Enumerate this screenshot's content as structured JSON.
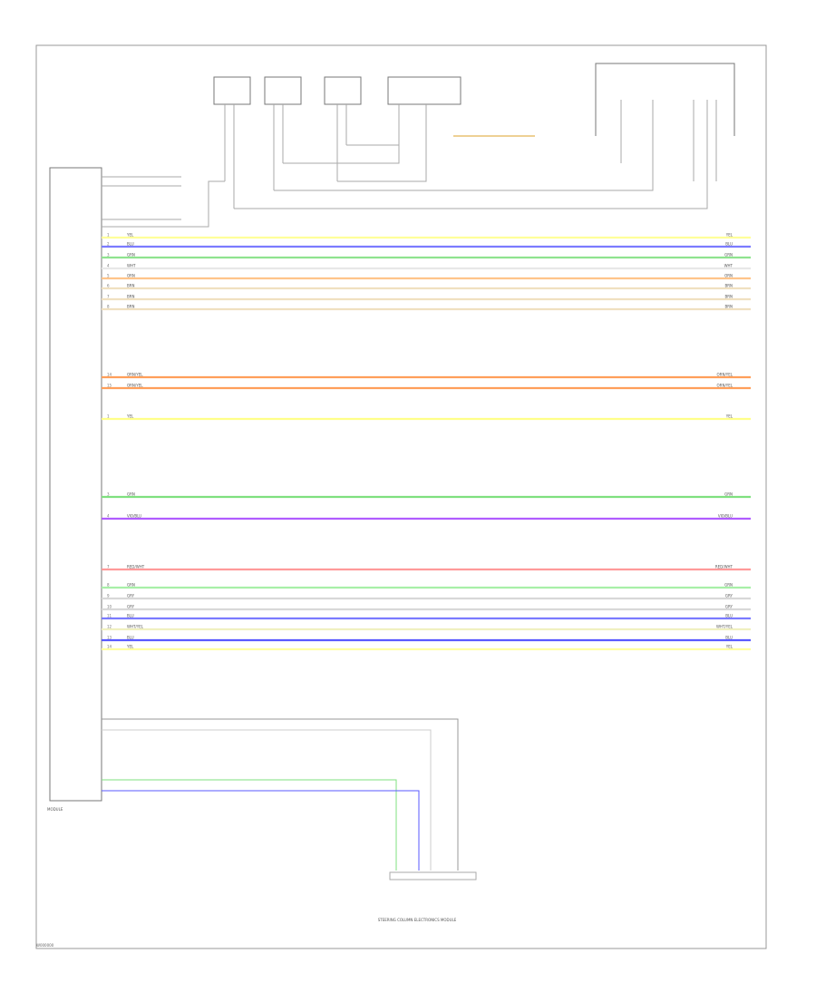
{
  "diagram": {
    "module_label": "MODULE",
    "footer_id": "W000000",
    "bottom_component": "STEERING COLUMN ELECTRONICS MODULE",
    "wire_rows": [
      {
        "color_name": "YEL",
        "color": "#ffff99",
        "pin": "1",
        "mid": "",
        "end": "YEL"
      },
      {
        "color_name": "BLU",
        "color": "#7b7bff",
        "pin": "2",
        "mid": "",
        "end": "BLU"
      },
      {
        "color_name": "GRN",
        "color": "#8fe38f",
        "pin": "3",
        "mid": "",
        "end": "GRN"
      },
      {
        "color_name": "WHT",
        "color": "#e8e8e8",
        "pin": "4",
        "mid": "",
        "end": "WHT"
      },
      {
        "color_name": "ORN",
        "color": "#ffc48a",
        "pin": "5",
        "mid": "",
        "end": "ORN"
      },
      {
        "color_name": "BRN",
        "color": "#f0e0c0",
        "pin": "6",
        "mid": "",
        "end": "BRN"
      },
      {
        "color_name": "BRN",
        "color": "#f0e0c0",
        "pin": "7",
        "mid": "",
        "end": "BRN"
      },
      {
        "color_name": "BRN",
        "color": "#f0e0c0",
        "pin": "8",
        "mid": "",
        "end": "BRN"
      }
    ],
    "long_wires": [
      {
        "color": "#ff9f5a",
        "pin": "14",
        "text": "ORN/YEL",
        "end": "ORN/YEL"
      },
      {
        "color": "#ff9f5a",
        "pin": "15",
        "text": "ORN/YEL",
        "end": "ORN/YEL"
      },
      {
        "color": "#ffff88",
        "pin": "1",
        "text": "YEL",
        "end": "YEL"
      },
      {
        "color": "#7fe07f",
        "pin": "3",
        "text": "GRN",
        "end": "GRN"
      },
      {
        "color": "#b05cff",
        "pin": "4",
        "text": "VIO/BLU",
        "end": "VIO/BLU"
      },
      {
        "color": "#ff9a9a",
        "pin": "7",
        "text": "RED/WHT",
        "end": "RED/WHT"
      },
      {
        "color": "#a8f0a8",
        "pin": "8",
        "text": "GRN",
        "end": "GRN"
      },
      {
        "color": "#d8d8d8",
        "pin": "9",
        "text": "GRY",
        "end": "GRY"
      },
      {
        "color": "#d8d8d8",
        "pin": "10",
        "text": "GRY",
        "end": "GRY"
      },
      {
        "color": "#7b7bff",
        "pin": "11",
        "text": "BLU",
        "end": "BLU"
      },
      {
        "color": "#f0f0c0",
        "pin": "12",
        "text": "WHT/YEL",
        "end": "WHT/YEL"
      },
      {
        "color": "#5a5aff",
        "pin": "13",
        "text": "BLU",
        "end": "BLU"
      },
      {
        "color": "#ffffa0",
        "pin": "14",
        "text": "YEL",
        "end": "YEL"
      }
    ]
  }
}
